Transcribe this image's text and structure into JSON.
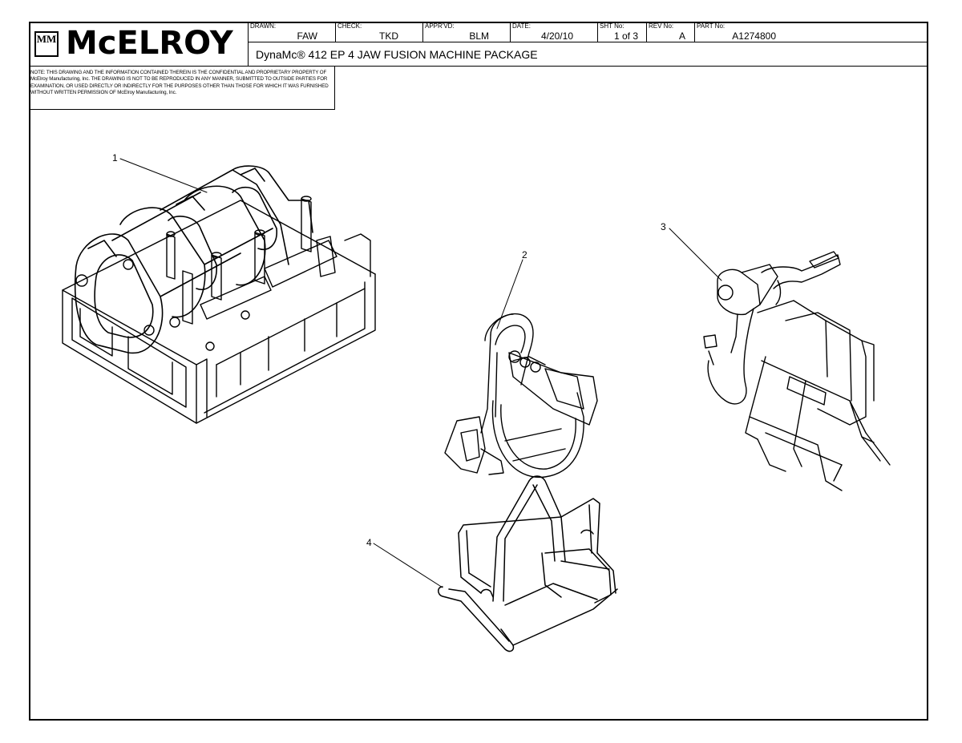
{
  "title_block": {
    "logo_mark": "MM",
    "logo_text": "McELROY",
    "fields": [
      {
        "label": "DRAWN:",
        "value": "FAW"
      },
      {
        "label": "CHECK:",
        "value": "TKD"
      },
      {
        "label": "APPR'VD:",
        "value": "BLM"
      },
      {
        "label": "DATE:",
        "value": "4/20/10"
      },
      {
        "label": "SHT No:",
        "value": "1 of 3"
      },
      {
        "label": "REV No:",
        "value": "A"
      },
      {
        "label": "PART No:",
        "value": "A1274800"
      }
    ],
    "title": "DynaMc® 412 EP 4 JAW FUSION MACHINE PACKAGE",
    "note": "NOTE: THIS DRAWING AND THE INFORMATION CONTAINED THEREIN IS THE CONFIDENTIAL AND PROPRIETARY PROPERTY OF McElroy Manufacturing, Inc. THE DRAWING IS NOT TO BE REPRODUCED IN ANY MANNER, SUBMITTED TO OUTSIDE PARTIES FOR EXAMINATION, OR USED DIRECTLY OR INDIRECTLY FOR THE PURPOSES OTHER THAN THOSE FOR WHICH IT WAS FURNISHED WITHOUT WRITTEN PERMISSION OF McElroy Manufacturing, Inc."
  },
  "balloons": [
    "1",
    "2",
    "3",
    "4"
  ]
}
